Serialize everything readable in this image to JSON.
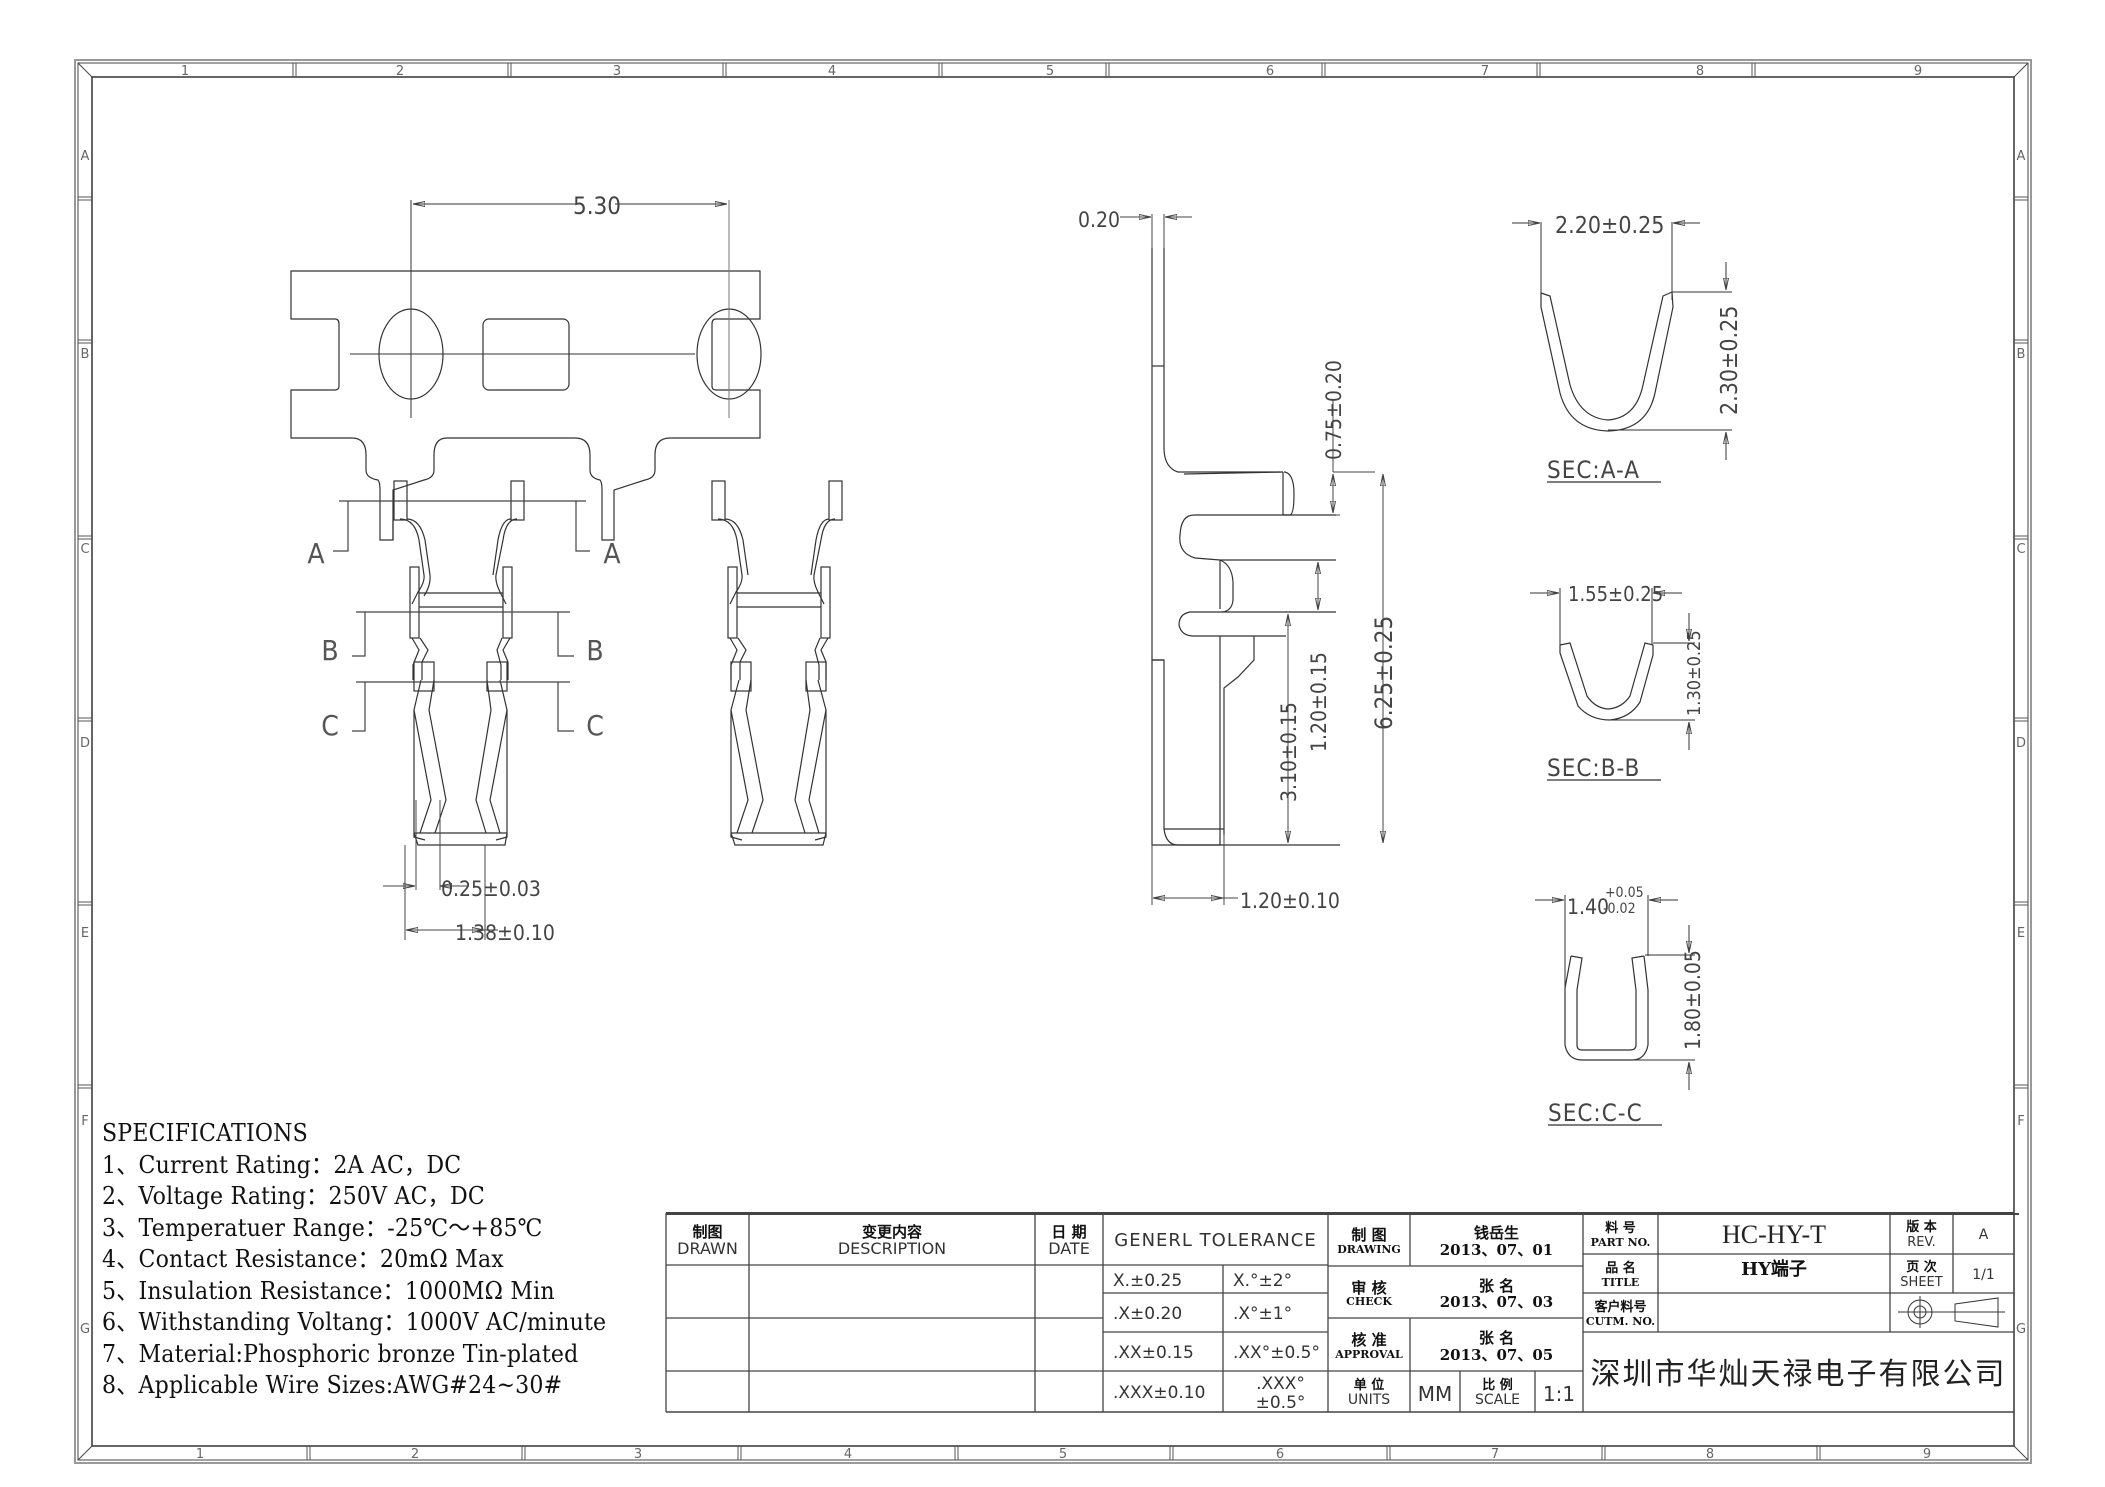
{
  "frame": {
    "columns": [
      "1",
      "2",
      "3",
      "4",
      "5",
      "6",
      "7",
      "8",
      "9"
    ],
    "rows": [
      "A",
      "B",
      "C",
      "D",
      "E",
      "F",
      "G"
    ]
  },
  "top_view": {
    "pitch_dim": "5.30",
    "section_labels": {
      "a": "A",
      "b": "B",
      "c": "C"
    },
    "contact_gap_dim": "0.25±0.03",
    "contact_width_dim": "1.38±0.10"
  },
  "side_view": {
    "thickness_dim": "0.20",
    "dim_top_gap": "0.75±0.20",
    "dim_mid": "1.20±0.15",
    "dim_lower": "3.10±0.15",
    "dim_total": "6.25±0.25",
    "dim_bottom_width": "1.20±0.10"
  },
  "sections": [
    {
      "label": "SEC:A-A",
      "width_dim": "2.20±0.25",
      "height_dim": "2.30±0.25"
    },
    {
      "label": "SEC:B-B",
      "width_dim": "1.55±0.25",
      "height_dim": "1.30±0.25"
    },
    {
      "label": "SEC:C-C",
      "width_dim_base": "1.40",
      "width_tol_plus": "+0.05",
      "width_tol_minus": "-0.02",
      "height_dim": "1.80±0.05"
    }
  ],
  "specifications": {
    "heading": "SPECIFICATIONS",
    "items": [
      "1、Current Rating：2A AC，DC",
      "2、Voltage Rating：250V AC，DC",
      "3、Temperatuer Range：-25℃～+85℃",
      "4、Contact Resistance：20mΩ Max",
      "5、Insulation Resistance：1000MΩ Min",
      "6、Withstanding Voltang：1000V AC/minute",
      "7、Material:Phosphoric bronze Tin-plated",
      "8、Applicable Wire Sizes:AWG#24~30#"
    ]
  },
  "title_block": {
    "revision_table": {
      "drawn_cn": "制图",
      "drawn_en": "DRAWN",
      "desc_cn": "变更内容",
      "desc_en": "DESCRIPTION",
      "date_cn": "日 期",
      "date_en": "DATE"
    },
    "tolerance": {
      "heading": "GENERL  TOLERANCE",
      "linear": [
        "X.±0.25",
        ".X±0.20",
        ".XX±0.15",
        ".XXX±0.10"
      ],
      "angular": [
        "X.°±2°",
        ".X°±1°",
        ".XX°±0.5°",
        ".XXX°±0.5°"
      ]
    },
    "approvals": [
      {
        "role_cn": "制  图",
        "role_en": "DRAWING",
        "name": "钱岳生",
        "date": "2013、07、01"
      },
      {
        "role_cn": "审  核",
        "role_en": "CHECK",
        "name": "张  名",
        "date": "2013、07、03"
      },
      {
        "role_cn": "核  准",
        "role_en": "APPROVAL",
        "name": "张  名",
        "date": "2013、07、05"
      }
    ],
    "units": {
      "label_cn": "单 位",
      "label_en": "UNITS",
      "value": "MM"
    },
    "scale": {
      "label_cn": "比 例",
      "label_en": "SCALE",
      "value": "1:1"
    },
    "part_no": {
      "label_cn": "料 号",
      "label_en": "PART NO.",
      "value": "HC-HY-T"
    },
    "title": {
      "label_cn": "品 名",
      "label_en": "TITLE",
      "value": "HY端子"
    },
    "customer_no": {
      "label_cn": "客户料号",
      "label_en": "CUTM. NO.",
      "value": ""
    },
    "rev": {
      "label_cn": "版 本",
      "label_en": "REV.",
      "value": "A"
    },
    "sheet": {
      "label_cn": "页 次",
      "label_en": "SHEET",
      "value": "1/1"
    },
    "projection_symbol": "first-angle-projection-icon",
    "company": "深圳市华灿天禄电子有限公司"
  }
}
